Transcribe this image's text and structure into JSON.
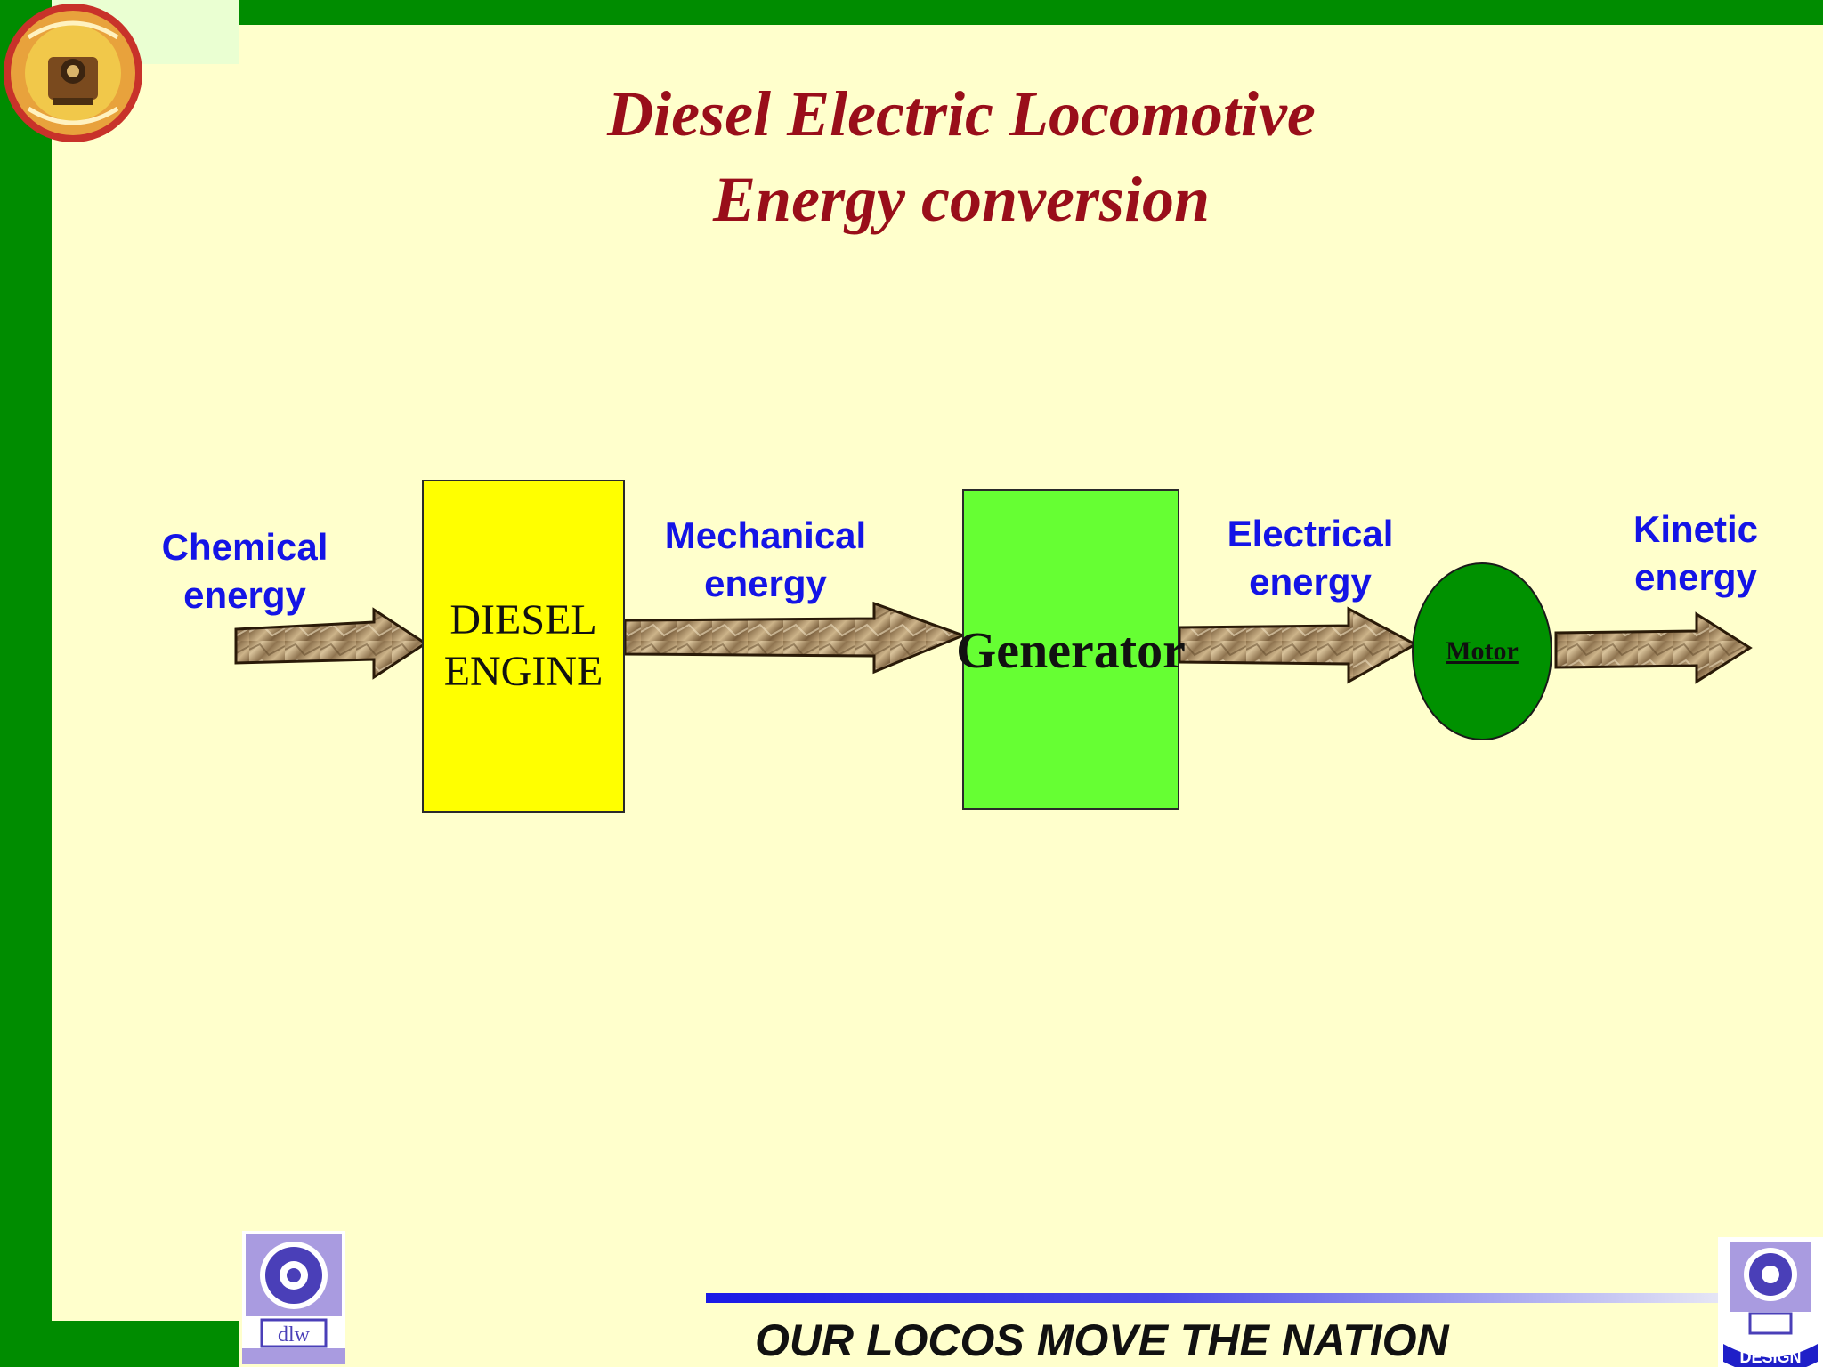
{
  "slide": {
    "title_line1": "Diesel Electric Locomotive",
    "title_line2": "Energy conversion",
    "footer": "OUR LOCOS MOVE THE NATION"
  },
  "diagram": {
    "labels": {
      "chemical": [
        "Chemical",
        "energy"
      ],
      "mechanical": [
        "Mechanical",
        "energy"
      ],
      "electrical": [
        "Electrical",
        "energy"
      ],
      "kinetic": [
        "Kinetic",
        "energy"
      ]
    },
    "blocks": {
      "engine": [
        "DIESEL",
        "ENGINE"
      ],
      "generator": "Generator",
      "motor": "Motor"
    }
  },
  "colors": {
    "green_frame": "#008c00",
    "background": "#ffffcc",
    "title": "#990e1a",
    "label_blue": "#1414e6",
    "engine_fill": "#ffff00",
    "generator_fill": "#66ff33",
    "motor_fill": "#009100",
    "arrow_texture": "#b39a72"
  },
  "icons": [
    "locomotive-emblem-icon",
    "indian-railways-dlw-logo-icon",
    "dlw-design-logo-icon",
    "textured-arrow-icon"
  ]
}
